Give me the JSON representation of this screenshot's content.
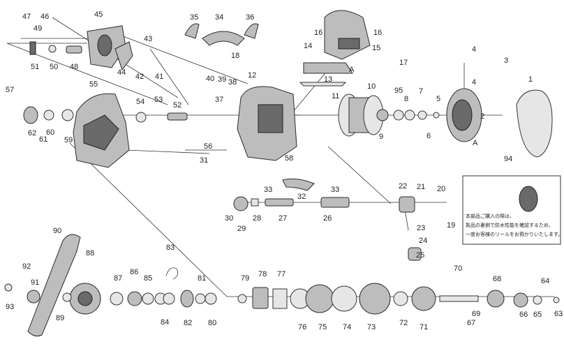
{
  "diagram": {
    "part_numbers": [
      "1",
      "2",
      "3",
      "4",
      "4",
      "5",
      "6",
      "7",
      "8",
      "9",
      "10",
      "11",
      "12",
      "13",
      "14",
      "15",
      "16",
      "16",
      "17",
      "18",
      "19",
      "20",
      "21",
      "22",
      "23",
      "24",
      "25",
      "26",
      "27",
      "28",
      "29",
      "30",
      "31",
      "32",
      "33",
      "33",
      "34",
      "35",
      "36",
      "37",
      "38",
      "39",
      "40",
      "41",
      "42",
      "43",
      "44",
      "45",
      "46",
      "47",
      "48",
      "49",
      "50",
      "51",
      "52",
      "53",
      "54",
      "55",
      "56",
      "57",
      "58",
      "59",
      "60",
      "61",
      "62",
      "63",
      "64",
      "65",
      "66",
      "67",
      "68",
      "69",
      "70",
      "71",
      "72",
      "73",
      "74",
      "75",
      "76",
      "77",
      "78",
      "79",
      "80",
      "81",
      "82",
      "83",
      "84",
      "85",
      "86",
      "87",
      "88",
      "89",
      "90",
      "91",
      "92",
      "93",
      "94",
      "95"
    ],
    "marker_A": "A",
    "note_lines": [
      "本部品ご購入の際は、",
      "製品の裏側で防水性能を確認するため、",
      "一度お客様のリールをお預かりいたします。"
    ]
  }
}
